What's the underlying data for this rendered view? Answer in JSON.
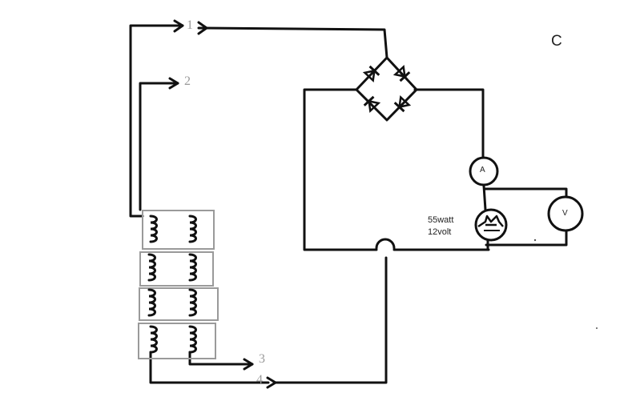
{
  "diagram": {
    "corner_label": "C",
    "terminals": [
      "1",
      "2",
      "3",
      "4"
    ],
    "meter_ammeter": "A",
    "meter_voltmeter": "V",
    "lamp_power": "55watt",
    "lamp_voltage": "12volt"
  },
  "colors": {
    "wire": "#111111",
    "coil_box": "#9a9a9a",
    "terminal_label": "#9a9a9a",
    "background": "#ffffff"
  },
  "icons": [
    "arrow-icon",
    "diode-icon",
    "coil-icon",
    "ammeter-icon",
    "voltmeter-icon",
    "lamp-icon"
  ]
}
